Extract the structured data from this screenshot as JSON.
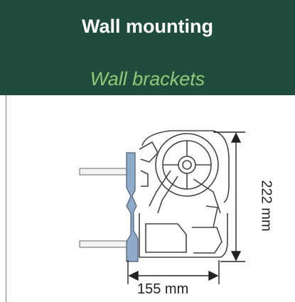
{
  "header": {
    "title": "Wall mounting",
    "subtitle": "Wall brackets"
  },
  "diagram": {
    "width_dimension": "155 mm",
    "height_dimension": "222 mm"
  },
  "colors": {
    "header_bg": "#204d3b",
    "title": "#ffffff",
    "subtitle": "#8fc97a",
    "bracket": "#8fa9c8",
    "line": "#444444"
  }
}
